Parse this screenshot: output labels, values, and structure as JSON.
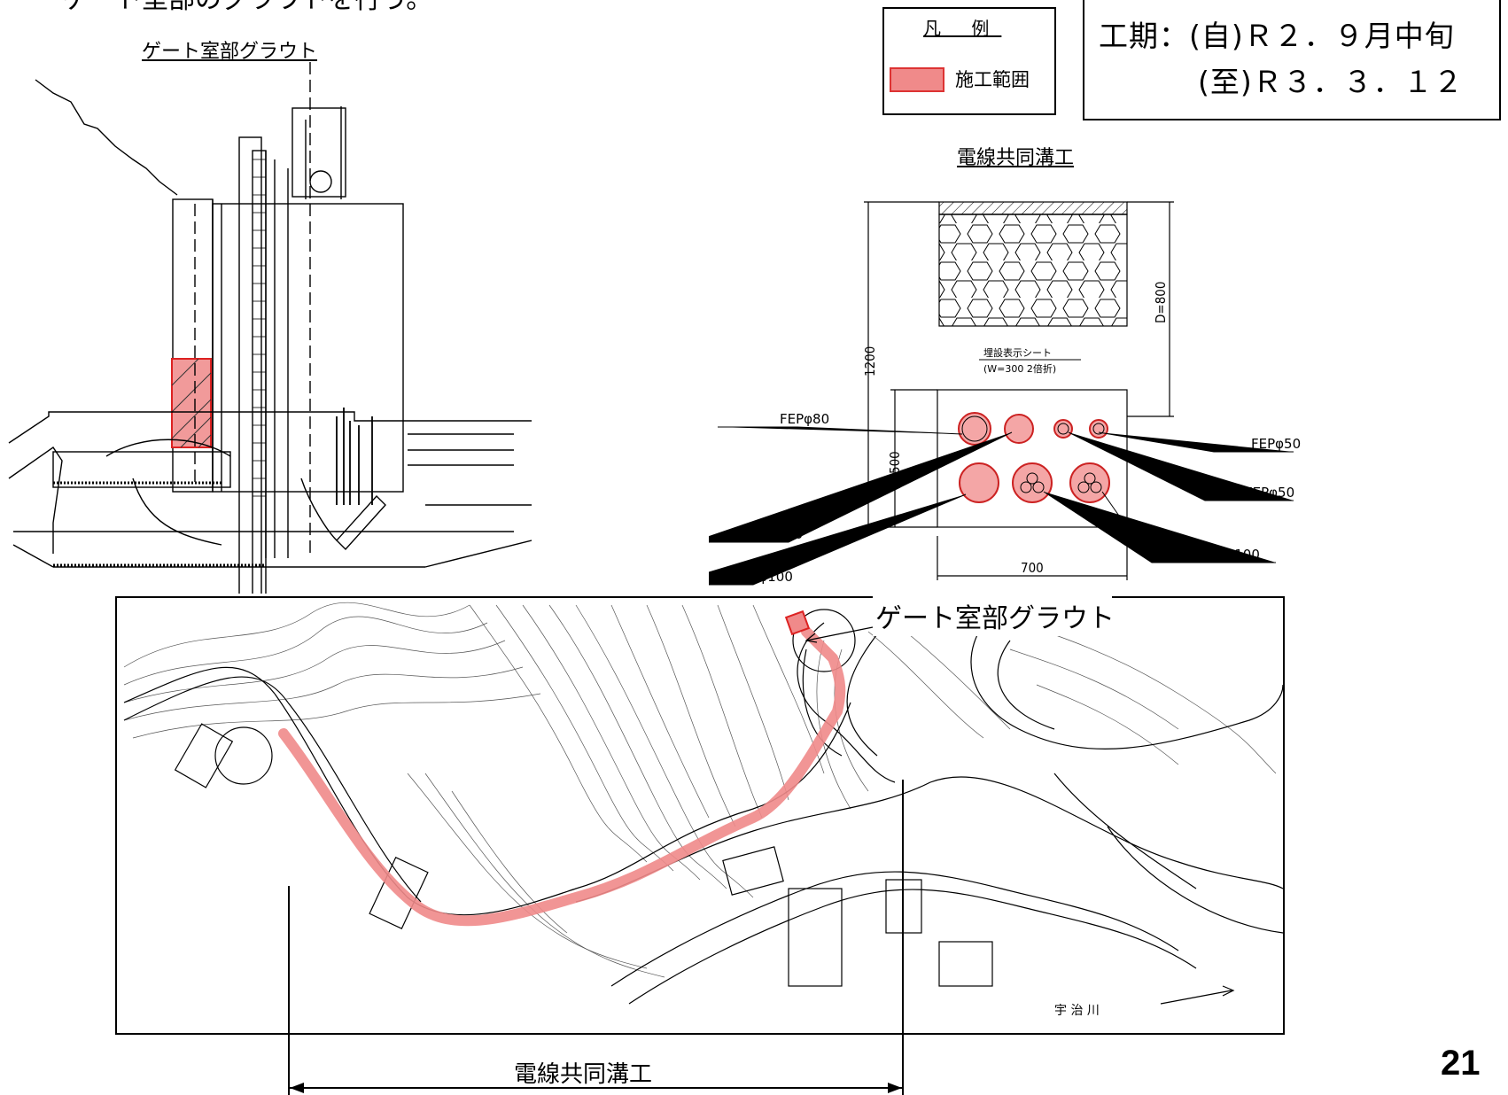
{
  "header_text": "ゲート室部のグラウトを行う。",
  "gate_section": {
    "title": "ゲート室部グラウト"
  },
  "legend": {
    "title": "凡 例",
    "item_label": "施工範囲",
    "item_color": "#f08a8a"
  },
  "period": {
    "line1": "工期：(自)Ｒ２．９月中旬",
    "line2": "(至)Ｒ３．３．１２"
  },
  "trench_section": {
    "title": "電線共同溝工",
    "sheet_label": "埋設表示シート",
    "sheet_sub": "(W=300 2倍折)",
    "dims": {
      "total_height": "1200",
      "depth": "D=800",
      "box_height": "500",
      "width": "700"
    },
    "pipe_labels": {
      "fep80_a": "FEPφ80",
      "fep80_b": "FEPφ80",
      "nfep100_a": "NFEPφ100",
      "nfep100_b": "NFEPφ100",
      "fep50_a": "FEPφ50",
      "fep50_b": "FEPφ50"
    }
  },
  "plan_map": {
    "gate_label": "ゲート室部グラウト",
    "river_label": "宇 治 川",
    "range_label": "電線共同溝工"
  },
  "page_number": "21"
}
